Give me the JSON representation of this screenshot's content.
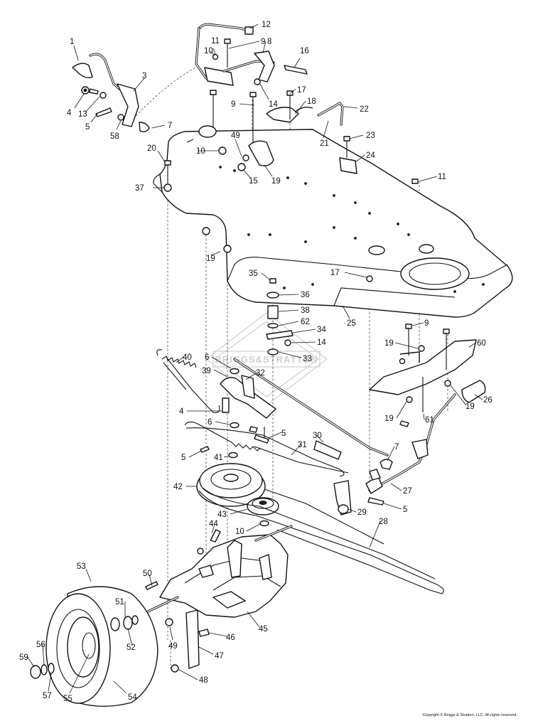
{
  "watermark": "BRIGGS&STRATTON",
  "copyright": "Copyright © Briggs & Stratton, LLC. All rights reserved.",
  "callouts": [
    {
      "id": "c1",
      "label": "1"
    },
    {
      "id": "c3",
      "label": "3"
    },
    {
      "id": "c4a",
      "label": "4"
    },
    {
      "id": "c13",
      "label": "13"
    },
    {
      "id": "c5a",
      "label": "5"
    },
    {
      "id": "c58",
      "label": "58"
    },
    {
      "id": "c7a",
      "label": "7"
    },
    {
      "id": "c12",
      "label": "12"
    },
    {
      "id": "c9a",
      "label": "9"
    },
    {
      "id": "c11a",
      "label": "11"
    },
    {
      "id": "c8",
      "label": "8"
    },
    {
      "id": "c10a",
      "label": "10"
    },
    {
      "id": "c16",
      "label": "16"
    },
    {
      "id": "c9b",
      "label": "9"
    },
    {
      "id": "c14a",
      "label": "14"
    },
    {
      "id": "c17a",
      "label": "17"
    },
    {
      "id": "c18",
      "label": "18"
    },
    {
      "id": "c22",
      "label": "22"
    },
    {
      "id": "c21",
      "label": "21"
    },
    {
      "id": "c23",
      "label": "23"
    },
    {
      "id": "c24",
      "label": "24"
    },
    {
      "id": "c20",
      "label": "20"
    },
    {
      "id": "c49a",
      "label": "49"
    },
    {
      "id": "c10b",
      "label": "10"
    },
    {
      "id": "c15",
      "label": "15"
    },
    {
      "id": "c19a",
      "label": "19"
    },
    {
      "id": "c37",
      "label": "37"
    },
    {
      "id": "c11b",
      "label": "11"
    },
    {
      "id": "c19b",
      "label": "19"
    },
    {
      "id": "c35",
      "label": "35"
    },
    {
      "id": "c17b",
      "label": "17"
    },
    {
      "id": "c36",
      "label": "36"
    },
    {
      "id": "c38",
      "label": "38"
    },
    {
      "id": "c62",
      "label": "62"
    },
    {
      "id": "c25",
      "label": "25"
    },
    {
      "id": "c34",
      "label": "34"
    },
    {
      "id": "c14b",
      "label": "14"
    },
    {
      "id": "c33",
      "label": "33"
    },
    {
      "id": "c9c",
      "label": "9"
    },
    {
      "id": "c19c",
      "label": "19"
    },
    {
      "id": "c60",
      "label": "60"
    },
    {
      "id": "c40",
      "label": "40"
    },
    {
      "id": "c6a",
      "label": "6"
    },
    {
      "id": "c39",
      "label": "39"
    },
    {
      "id": "c32",
      "label": "32"
    },
    {
      "id": "c26",
      "label": "26"
    },
    {
      "id": "c19d",
      "label": "19"
    },
    {
      "id": "c19e",
      "label": "19"
    },
    {
      "id": "c61",
      "label": "61"
    },
    {
      "id": "c4b",
      "label": "4"
    },
    {
      "id": "c6b",
      "label": "6"
    },
    {
      "id": "c5b",
      "label": "5"
    },
    {
      "id": "c30",
      "label": "30"
    },
    {
      "id": "c5c",
      "label": "5"
    },
    {
      "id": "c31",
      "label": "31"
    },
    {
      "id": "c7b",
      "label": "7"
    },
    {
      "id": "c41",
      "label": "41"
    },
    {
      "id": "c42",
      "label": "42"
    },
    {
      "id": "c27",
      "label": "27"
    },
    {
      "id": "c29",
      "label": "29"
    },
    {
      "id": "c5d",
      "label": "5"
    },
    {
      "id": "c43",
      "label": "43"
    },
    {
      "id": "c28",
      "label": "28"
    },
    {
      "id": "c44",
      "label": "44"
    },
    {
      "id": "c10c",
      "label": "10"
    },
    {
      "id": "c53",
      "label": "53"
    },
    {
      "id": "c50",
      "label": "50"
    },
    {
      "id": "c51",
      "label": "51"
    },
    {
      "id": "c45",
      "label": "45"
    },
    {
      "id": "c52",
      "label": "52"
    },
    {
      "id": "c49b",
      "label": "49"
    },
    {
      "id": "c46",
      "label": "46"
    },
    {
      "id": "c47",
      "label": "47"
    },
    {
      "id": "c59",
      "label": "59"
    },
    {
      "id": "c56",
      "label": "56"
    },
    {
      "id": "c57",
      "label": "57"
    },
    {
      "id": "c55",
      "label": "55"
    },
    {
      "id": "c54",
      "label": "54"
    },
    {
      "id": "c48",
      "label": "48"
    }
  ]
}
